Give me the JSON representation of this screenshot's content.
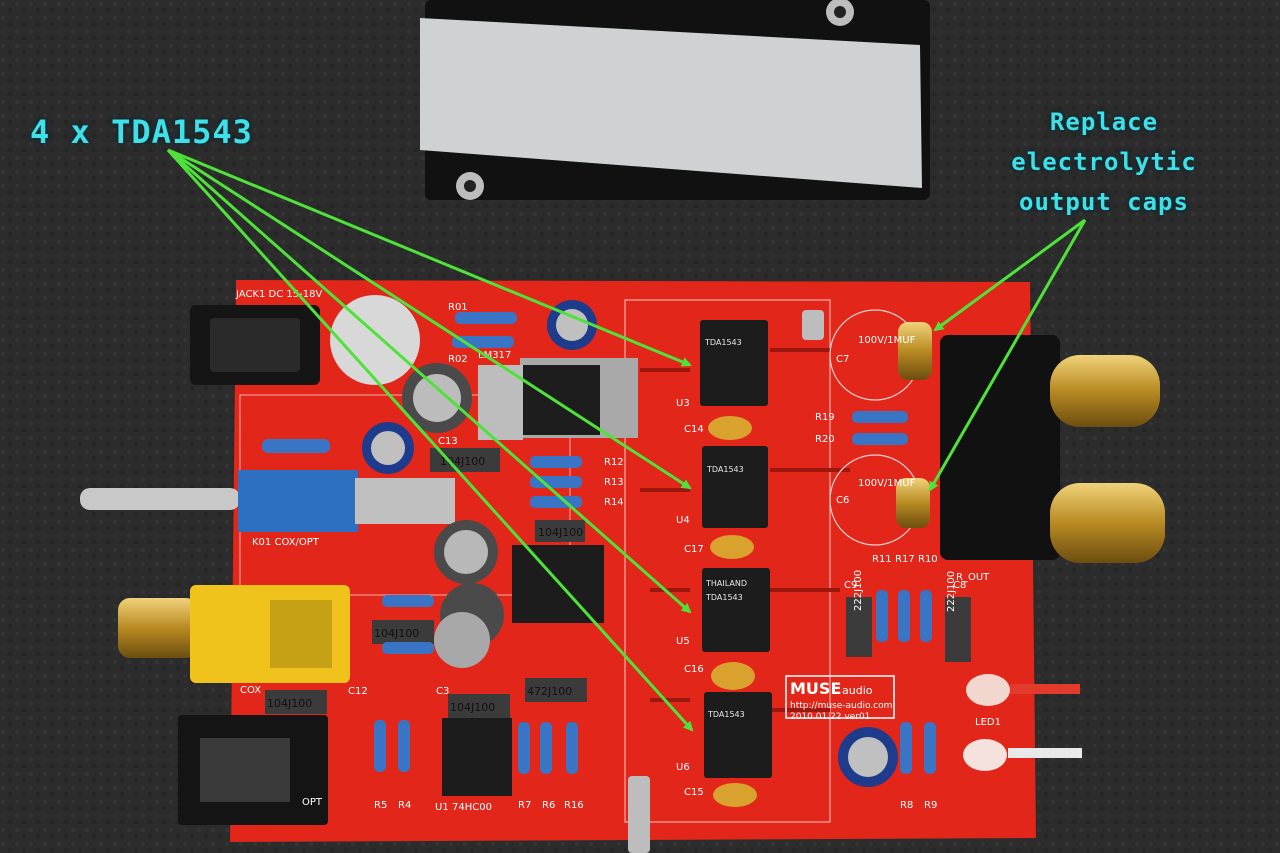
{
  "annotations": {
    "tda_label": "4 x TDA1543",
    "caps_label_lines": [
      "Replace",
      "electrolytic",
      "output caps"
    ]
  },
  "board": {
    "brand": "MUSE",
    "brand_suffix": "audio",
    "url": "http://muse-audio.com",
    "version": "2010.01.22  ver01",
    "silkscreen": [
      "JACK1 DC 15-18V",
      "LM317",
      "K01 COX/OPT",
      "COX",
      "OPT",
      "R_OUT",
      "74HC00",
      "LED1"
    ],
    "chip_refs": [
      "U3",
      "U4",
      "U5",
      "U6",
      "U1"
    ],
    "chip_marks": [
      "TDA1543",
      "TDA1543",
      "TDA1543",
      "TDA1543"
    ],
    "cap_refs": [
      "C7",
      "C6",
      "C14",
      "C17",
      "C16",
      "C15",
      "C9",
      "C8",
      "C13",
      "C12",
      "C3"
    ],
    "resistor_refs": [
      "R19",
      "R20",
      "R12",
      "R13",
      "R14",
      "R11",
      "R17",
      "R10",
      "R5",
      "R4",
      "R7",
      "R6",
      "R16",
      "R8",
      "R9",
      "R01",
      "R02"
    ],
    "cap_values": [
      "104J100",
      "104J100",
      "104J100",
      "104J100",
      "104J100",
      "472J100",
      "222J100",
      "222J100"
    ],
    "output_cap_value": "100V/1MUF",
    "thailand_mark": "THAILAND"
  },
  "colors": {
    "annotation_text": "#3fe0e8",
    "arrow": "#4fe23a",
    "pcb": "#e2261a",
    "background_mat": "#2b2b2b",
    "chip": "#1c1c1c",
    "gold": "#c8a23c",
    "film_cap": "#d9a22e",
    "resistor": "#3a74c4"
  }
}
